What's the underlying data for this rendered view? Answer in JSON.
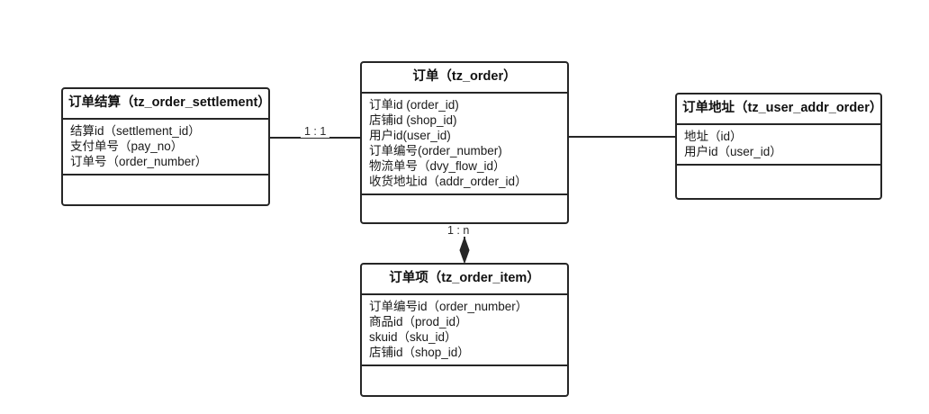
{
  "diagram": {
    "type": "er-diagram",
    "title": "",
    "background_color": "#ffffff",
    "line_color": "#262626",
    "text_color": "#1a1a1a"
  },
  "entities": {
    "order": {
      "title": "订单（tz_order）",
      "name_cn": "订单",
      "table": "tz_order",
      "attributes": [
        "订单id (order_id)",
        "店铺id (shop_id)",
        "用户id(user_id)",
        "订单编号(order_number)",
        "物流单号（dvy_flow_id）",
        "收货地址id（addr_order_id）"
      ],
      "methods": []
    },
    "settlement": {
      "title": "订单结算（tz_order_settlement）",
      "name_cn": "订单结算",
      "table": "tz_order_settlement",
      "attributes": [
        "结算id（settlement_id）",
        "支付单号（pay_no）",
        "订单号（order_number）"
      ],
      "methods": []
    },
    "addr": {
      "title": "订单地址（tz_user_addr_order）",
      "name_cn": "订单地址",
      "table": "tz_user_addr_order",
      "attributes": [
        "地址（id）",
        "用户id（user_id）"
      ],
      "methods": []
    },
    "item": {
      "title": "订单项（tz_order_item）",
      "name_cn": "订单项",
      "table": "tz_order_item",
      "attributes": [
        "订单编号id（order_number）",
        "商品id（prod_id）",
        "skuid（sku_id）",
        "店铺id（shop_id）"
      ],
      "methods": []
    }
  },
  "relationships": [
    {
      "id": "settlement-order",
      "from": "settlement",
      "to": "order",
      "label": "1 : 1",
      "marker": "none"
    },
    {
      "id": "order-addr",
      "from": "order",
      "to": "addr",
      "label": "",
      "marker": "none"
    },
    {
      "id": "order-item",
      "from": "order",
      "to": "item",
      "label": "1 : n",
      "marker": "filled-diamond"
    }
  ]
}
